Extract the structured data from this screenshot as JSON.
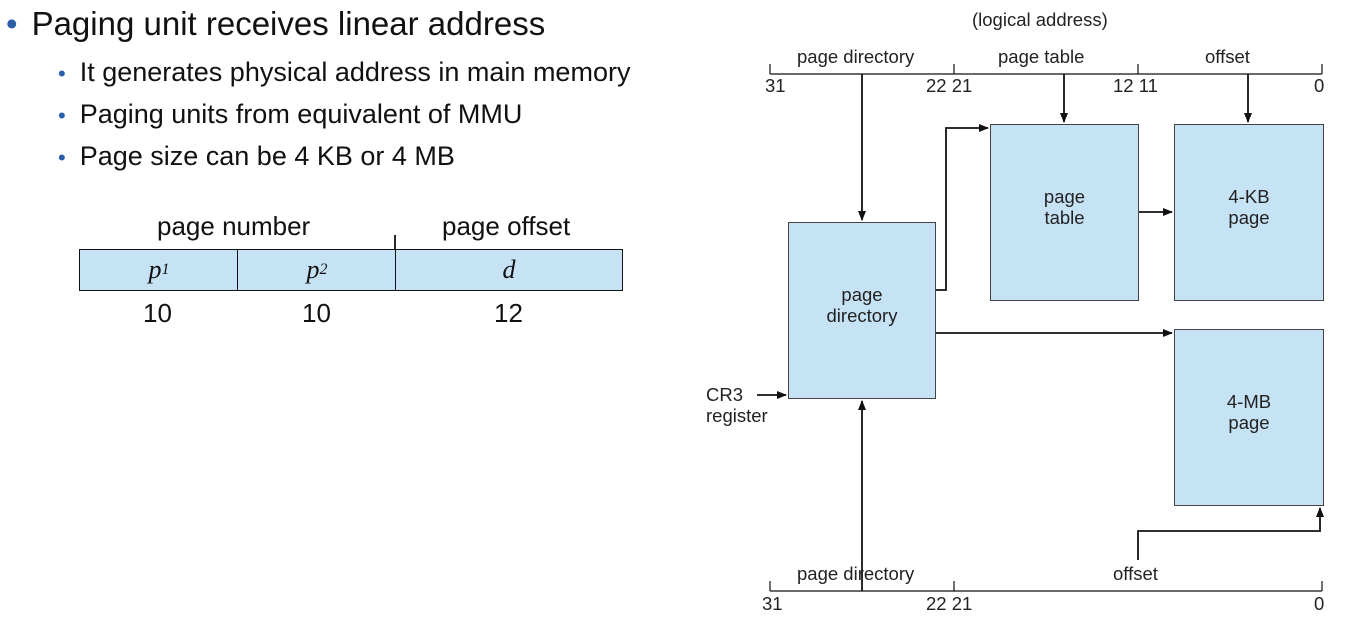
{
  "bullets": {
    "main": "Paging unit receives linear address",
    "sub": [
      "It generates physical address in main memory",
      "Paging units from equivalent of MMU",
      "Page size can be 4 KB or 4 MB"
    ]
  },
  "address_format": {
    "page_number_label": "page number",
    "page_offset_label": "page offset",
    "fields": [
      {
        "symbol": "p",
        "subscript": "1",
        "bits": "10"
      },
      {
        "symbol": "p",
        "subscript": "2",
        "bits": "10"
      },
      {
        "symbol": "d",
        "subscript": "",
        "bits": "12"
      }
    ]
  },
  "diagram": {
    "logical_address_label": "(logical address)",
    "top_fields": {
      "page_directory": "page directory",
      "page_table": "page table",
      "offset": "offset"
    },
    "top_bits": {
      "b31": "31",
      "b22_21": "22 21",
      "b12_11": "12 11",
      "b0": "0"
    },
    "boxes": {
      "page_directory": [
        "page",
        "directory"
      ],
      "page_table": [
        "page",
        "table"
      ],
      "page_4kb": [
        "4-KB",
        "page"
      ],
      "page_4mb": [
        "4-MB",
        "page"
      ]
    },
    "cr3": [
      "CR3",
      "register"
    ],
    "bottom_fields": {
      "page_directory": "page directory",
      "offset": "offset"
    },
    "bottom_bits": {
      "b31": "31",
      "b22_21": "22 21",
      "b0": "0"
    },
    "colors": {
      "box_fill": "#c6e3f6",
      "bullet": "#2a5ea8"
    }
  }
}
